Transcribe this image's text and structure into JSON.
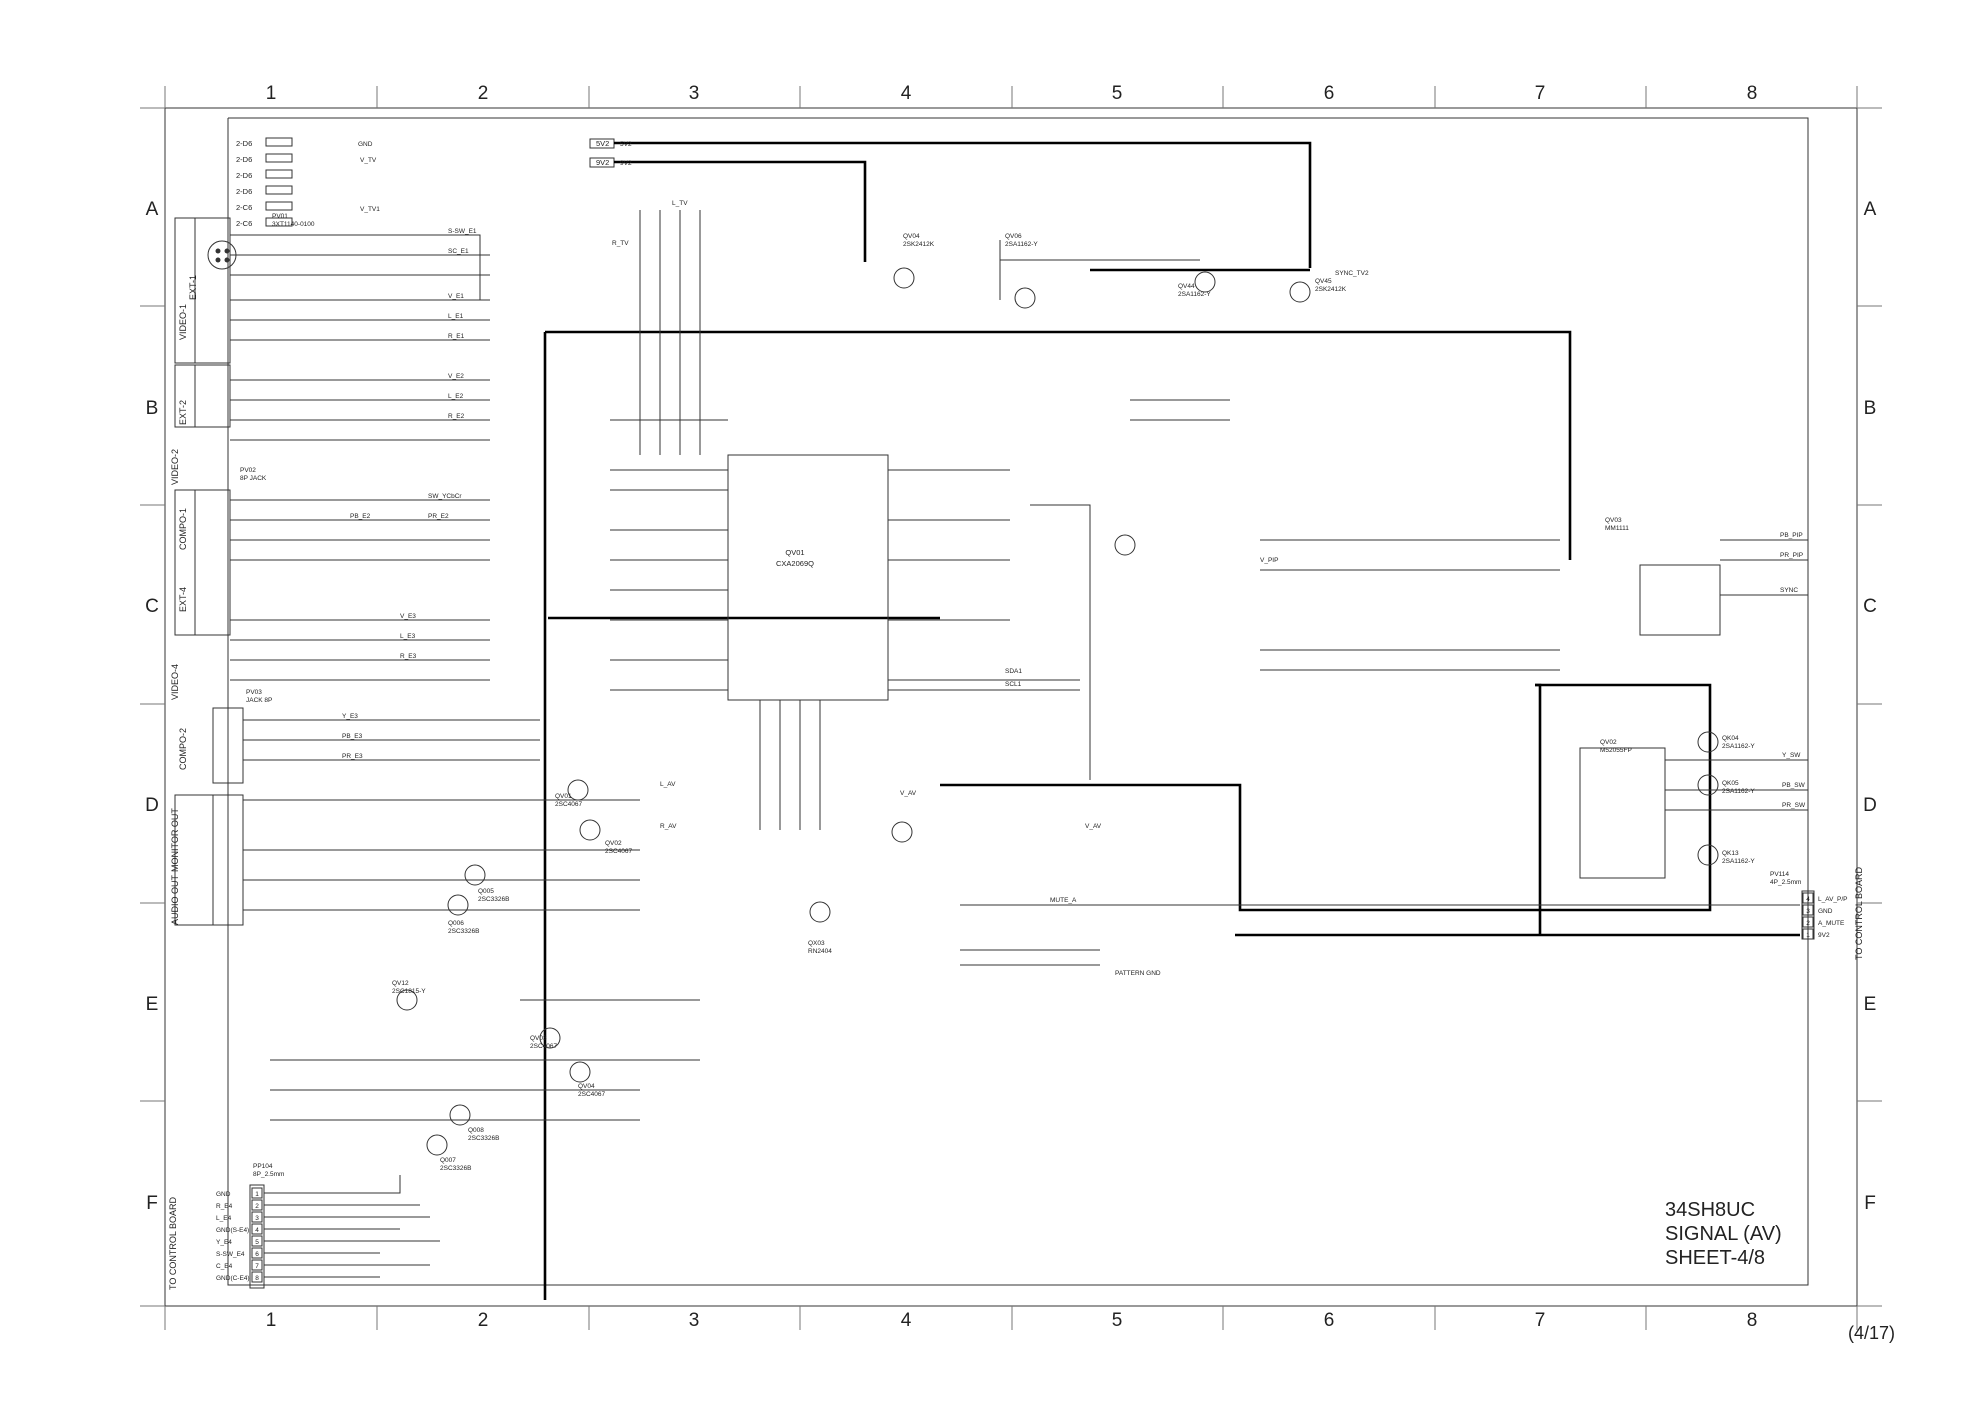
{
  "title_block": {
    "model": "34SH8UC",
    "title": "SIGNAL (AV)",
    "sheet": "SHEET-4/8"
  },
  "page_number": "(4/17)",
  "grid": {
    "columns": [
      "1",
      "2",
      "3",
      "4",
      "5",
      "6",
      "7",
      "8"
    ],
    "rows": [
      "A",
      "B",
      "C",
      "D",
      "E",
      "F"
    ]
  },
  "left_side_labels": {
    "video1": "VIDEO-1",
    "ext1": "EXT-1",
    "ext2": "EXT-2",
    "video2": "VIDEO-2",
    "compo1": "COMPO-1",
    "ext4": "EXT-4",
    "video4": "VIDEO-4",
    "compo2": "COMPO-2",
    "monitor_out": "MONITOR OUT",
    "audio_out": "AUDIO OUT",
    "to_control_board": "TO CONTROL BOARD"
  },
  "right_side_labels": {
    "to_control_board": "TO CONTROL BOARD"
  },
  "offpage_refs": [
    "2-D6",
    "2-D6",
    "2-D6",
    "2-D6",
    "2-C6",
    "2-C6"
  ],
  "supply_labels": {
    "v5": "5V2",
    "v9": "9V2"
  },
  "ic": {
    "main": {
      "ref": "QV01",
      "part": "CXA2069Q"
    },
    "switch": {
      "ref": "QV02",
      "part": "M52055FP"
    },
    "reg": {
      "ref": "QV03",
      "part": "MM1111"
    }
  },
  "transistors": [
    {
      "ref": "QV04",
      "part": "2SK2412K"
    },
    {
      "ref": "QV45",
      "part": "2SK2412K"
    },
    {
      "ref": "QV06",
      "part": "2SA1162-Y"
    },
    {
      "ref": "QV44",
      "part": "2SA1162-Y"
    },
    {
      "ref": "QV01",
      "part": "2SC4067"
    },
    {
      "ref": "QV02",
      "part": "2SC4067"
    },
    {
      "ref": "QV03",
      "part": "2SC4067"
    },
    {
      "ref": "QV04",
      "part": "2SC4067"
    },
    {
      "ref": "Q005",
      "part": "2SC3326B"
    },
    {
      "ref": "Q006",
      "part": "2SC3326B"
    },
    {
      "ref": "Q007",
      "part": "2SC3326B"
    },
    {
      "ref": "Q008",
      "part": "2SC3326B"
    },
    {
      "ref": "QV12",
      "part": "2SC1815-Y"
    },
    {
      "ref": "QX03",
      "part": "RN2404"
    },
    {
      "ref": "QK04",
      "part": "2SA1162-Y"
    },
    {
      "ref": "QK05",
      "part": "2SA1162-Y"
    },
    {
      "ref": "QK13",
      "part": "2SA1162-Y"
    }
  ],
  "net_labels": [
    "GND",
    "V_TV",
    "V_TV1",
    "L_TV",
    "R_TV",
    "S-SW_E1",
    "SC_E1",
    "V_E1",
    "L_E1",
    "R_E1",
    "V_E2",
    "L_E2",
    "R_E2",
    "SW_YCbCr",
    "PB_E2",
    "PR_E2",
    "V_E3",
    "L_E3",
    "R_E3",
    "Y_E3",
    "PB_E3",
    "PR_E3",
    "L_AV",
    "R_AV",
    "V_AV",
    "SDA1",
    "SCL1",
    "MUTE_A",
    "SYNC_TV2",
    "PB_PIP",
    "PR_PIP",
    "SYNC",
    "Y_SW",
    "PB_SW",
    "PR_SW",
    "V_PIP",
    "V_AV",
    "5V2",
    "9V2",
    "PATTERN GND"
  ],
  "connectors": {
    "pv01": {
      "ref": "PV01",
      "part": "3XT1140-0100"
    },
    "pv02": {
      "ref": "PV02",
      "part": "8P JACK"
    },
    "pv03": {
      "ref": "PV03",
      "part": "JACK 8P"
    },
    "pv14": {
      "ref": "PV114",
      "part": "4P_2.5mm"
    },
    "control": {
      "ref": "PP104",
      "part": "8P_2.5mm"
    }
  },
  "bottom_connector_pins": [
    {
      "num": "1",
      "label": "GND"
    },
    {
      "num": "2",
      "label": "R_E4"
    },
    {
      "num": "3",
      "label": "L_E4"
    },
    {
      "num": "4",
      "label": "GND(S-E4)"
    },
    {
      "num": "5",
      "label": "Y_E4"
    },
    {
      "num": "6",
      "label": "S-SW_E4"
    },
    {
      "num": "7",
      "label": "C_E4"
    },
    {
      "num": "8",
      "label": "GND(C-E4)"
    }
  ],
  "right_connector_pins": [
    {
      "num": "4",
      "label": "L_AV_P/P"
    },
    {
      "num": "3",
      "label": "GND"
    },
    {
      "num": "2",
      "label": "A_MUTE"
    },
    {
      "num": "1",
      "label": "9V2"
    }
  ],
  "colors": {
    "line": "#333333",
    "bold_line": "#000000",
    "frame": "#555555",
    "text": "#222222"
  }
}
